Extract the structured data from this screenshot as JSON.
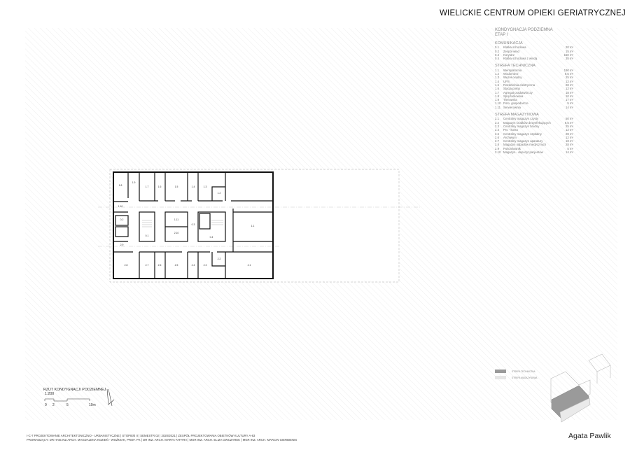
{
  "title": "WIELICKIE CENTRUM OPIEKI GERIATRYCZNEJ",
  "legend": {
    "heading": "KONDYGNACJA PODZIEMNA",
    "stage": "ETAP I",
    "sections": [
      {
        "name": "KOMUNIKACJA",
        "rows": [
          [
            "0.1",
            "Klatka schodowa",
            "20 m²"
          ],
          [
            "0.2",
            "Zespół wind",
            "15 m²"
          ],
          [
            "0.3",
            "Korytarz",
            "150 m²"
          ],
          [
            "0.4",
            "Klatka schodowa z windą",
            "35 m²"
          ]
        ]
      },
      {
        "name": "STREFA TECHNICZNA",
        "rows": [
          [
            "1.1",
            "Wentylatornia",
            "190 m²"
          ],
          [
            "1.2",
            "Wodomierz",
            "8,5 m²"
          ],
          [
            "1.3",
            "Węzeł cieplny",
            "25 m²"
          ],
          [
            "1.4",
            "UPS",
            "12 m²"
          ],
          [
            "1.5",
            "Rozdzielnia elektryczna",
            "28 m²"
          ],
          [
            "1.6",
            "Stacja pomp",
            "12 m²"
          ],
          [
            "1.7",
            "Agregat prądotwórczy",
            "18 m²"
          ],
          [
            "1.8",
            "Sprężarkownia",
            "10 m²"
          ],
          [
            "1.9",
            "Tlenownia",
            "17 m²"
          ],
          [
            "1.10",
            "Pom. gospodarcze",
            "5 m²"
          ],
          [
            "1.11",
            "Serwerownia",
            "14 m²"
          ]
        ]
      },
      {
        "name": "STREFA MAGAZYNOWA",
        "rows": [
          [
            "2.1",
            "Centralny magazyn czysty",
            "50 m²"
          ],
          [
            "2.2",
            "Magazyn środków dezynfekujących",
            "8,5 m²"
          ],
          [
            "2.3",
            "Centralny magazyn brudny",
            "25 m²"
          ],
          [
            "2.4",
            "Pro - konto",
            "12 m²"
          ],
          [
            "2.5",
            "Centralny magazyn szpitalny",
            "28 m²"
          ],
          [
            "2.6",
            "Archiwum",
            "12 m²"
          ],
          [
            "2.7",
            "Centralny magazyn aparatury",
            "18 m²"
          ],
          [
            "2.8",
            "Magazyn odpadów medycznych",
            "28 m²"
          ],
          [
            "2.9",
            "Pościelownik",
            "5 m²"
          ],
          [
            "2.10",
            "Magazyn - depozyt pacjentów",
            "14 m²"
          ]
        ]
      }
    ]
  },
  "plan": {
    "caption": "RZUT KONDYGNACJI PODZIEMNEJ",
    "scale": "1:200",
    "scale_ticks": [
      "0",
      "2",
      "5",
      "10m"
    ],
    "rooms": [
      "1.8",
      "1.9",
      "1.7",
      "1.6",
      "1.5",
      "1.4",
      "1.3",
      "1.2",
      "1.10",
      "0.2",
      "0.1",
      "1.11",
      "2.10",
      "0.3",
      "0.4",
      "1.1",
      "2.9",
      "2.8",
      "2.7",
      "2.6",
      "2.5",
      "2.4",
      "2.3",
      "2.2",
      "2.1"
    ]
  },
  "zones": [
    {
      "label": "STREFA TECHNICZNA",
      "color": "#9a9a9a"
    },
    {
      "label": "STREFA MAGAZYNOWA",
      "color": "#e6e6e6"
    }
  ],
  "footer": {
    "line1": "I-C-7 PROJEKTOWANIE ARCHITEKTONICZNO - URBANISTYCZNE | STOPIEŃ II | SEMESTR 02 | 2020/2021 | ZESPÓŁ PROJEKTOWANIA OBIETKÓW KULTURY A-83",
    "line2": "PROWADZĄCY: DR HAB.INZ.ARCH. MAGDALENA KOZIEŃ - WOŹNIAK, PROF. PK | DR INZ. ARCH. MARTA FAFARA | MGR INZ. ARCH. ELIZA OWCZAREK | MGR INZ. ARCH. MARCIN GIERBIENIS"
  },
  "author": "Agata Pawlik"
}
